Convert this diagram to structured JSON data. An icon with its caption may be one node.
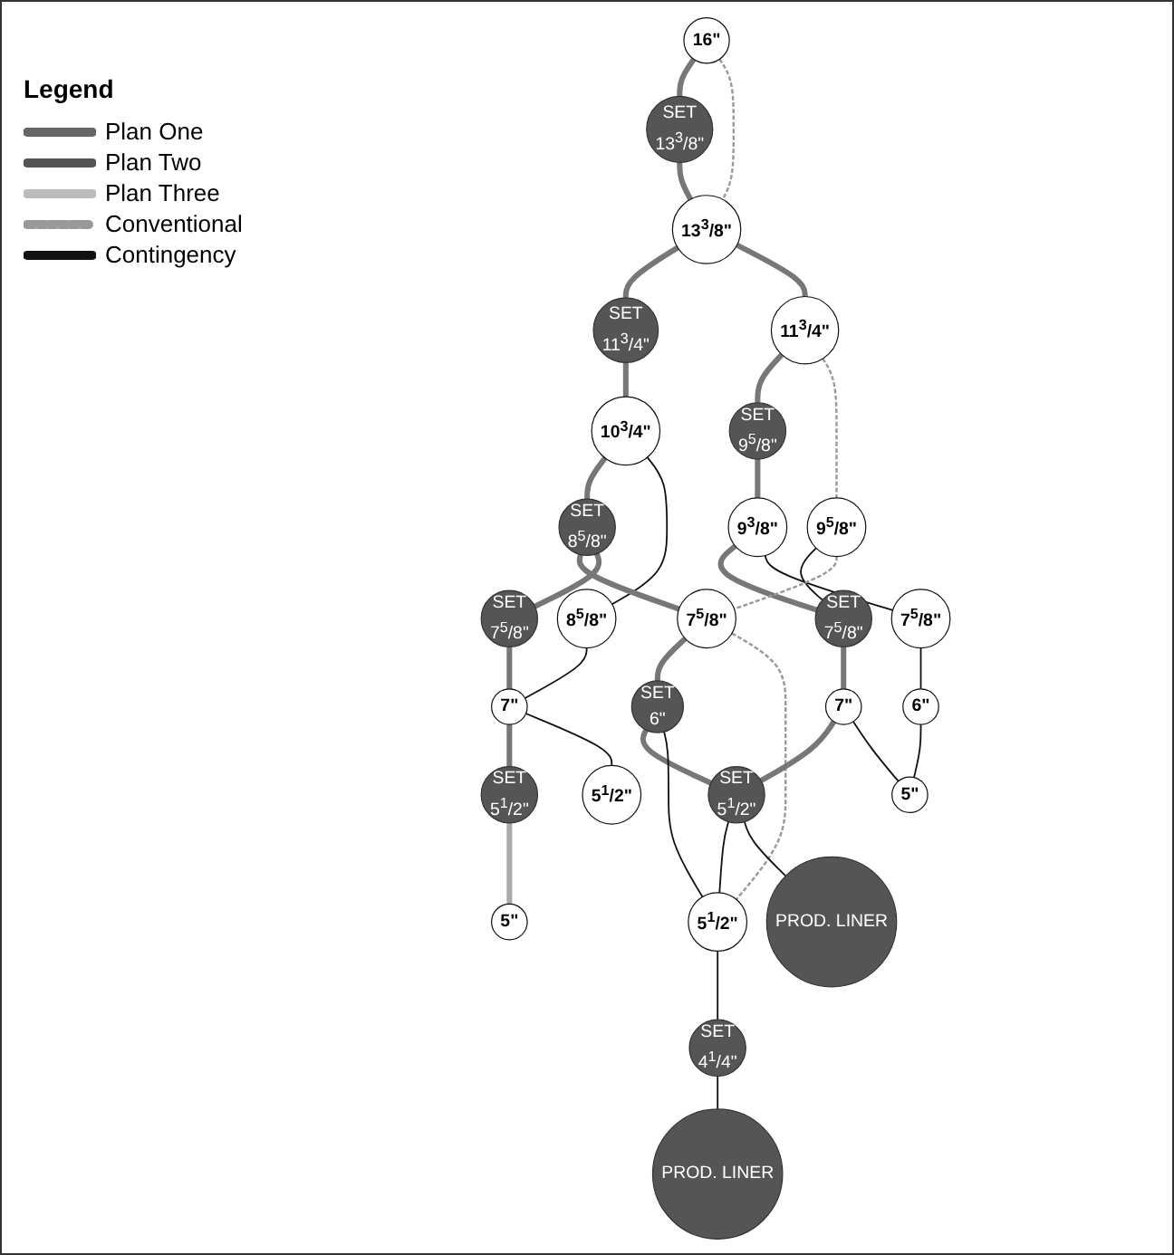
{
  "diagram": {
    "nodes": [
      {
        "text": [
          "16\""
        ]
      },
      {
        "text": [
          "SET",
          "13$^{3}$/8\""
        ]
      },
      {
        "text": [
          "13$^{3}$/8\""
        ]
      },
      {
        "text": [
          "SET",
          "11$^{3}$/4\""
        ]
      },
      {
        "text": [
          "11$^{3}$/4\""
        ]
      },
      {
        "text": [
          "10$^{3}$/4\""
        ]
      },
      {
        "text": [
          "SET",
          "9$^{5}$/8\""
        ]
      },
      {
        "text": [
          "SET",
          "8$^{5}$/8\""
        ]
      },
      {
        "text": [
          "9$^{3}$/8\""
        ]
      },
      {
        "text": [
          "9$^{5}$/8\""
        ]
      },
      {
        "text": [
          "8$^{5}$/8\""
        ]
      },
      {
        "text": [
          "SET",
          "7$^{5}$/8\""
        ]
      },
      {
        "text": [
          "SET",
          "7$^{5}$/8\""
        ]
      },
      {
        "text": [
          "7$^{5}$/8\""
        ]
      },
      {
        "text": [
          "7\""
        ]
      },
      {
        "text": [
          "7$^{5}$/8\""
        ]
      },
      {
        "text": [
          "7\""
        ]
      },
      {
        "text": [
          "SET",
          "6\""
        ]
      },
      {
        "text": [
          "SET",
          "5$^{1}$/2\""
        ]
      },
      {
        "text": [
          "5$^{1}$/2\""
        ]
      },
      {
        "text": [
          "5$^{1}$/2\""
        ]
      },
      {
        "text": [
          "6\""
        ]
      },
      {
        "text": [
          "SET",
          "5$^{1}$/2\""
        ]
      },
      {
        "text": [
          "SET",
          "4$^{1}$/4\""
        ]
      },
      {
        "text": [
          "5\""
        ]
      },
      {
        "text": [
          "5\""
        ]
      },
      {
        "text": [
          "PROD. LINER"
        ]
      },
      {
        "text": [
          "PROD. LINER"
        ]
      }
    ],
    "edges": [
      {
        "from": 0,
        "to": 1,
        "arrow": "none"
      },
      {
        "from": 0,
        "to": 2,
        "arrow": "none",
        "style": "dashed",
        "color": "#999999"
      },
      {
        "from": 1,
        "to": 2,
        "arrow": "none"
      },
      {
        "from": 2,
        "to": 3,
        "arrow": "none"
      },
      {
        "from": 2,
        "to": 4,
        "arrow": "none"
      },
      {
        "from": 3,
        "to": 5,
        "arrow": "none"
      },
      {
        "from": 4,
        "to": 6,
        "arrow": "none"
      },
      {
        "from": 4,
        "to": 9,
        "arrow": "none",
        "style": "dashed",
        "color": "#999999"
      },
      {
        "from": 5,
        "to": 7,
        "arrow": "none"
      },
      {
        "from": 5,
        "to": 10,
        "arrow": "none",
        "color": "#111111"
      },
      {
        "from": 6,
        "to": 8,
        "arrow": "none"
      },
      {
        "from": 8,
        "to": 11,
        "arrow": "none"
      },
      {
        "from": 8,
        "to": 13,
        "arrow": "none",
        "color": "#111111"
      },
      {
        "from": 9,
        "to": 11,
        "arrow": "none",
        "color": "#111111"
      },
      {
        "from": 9,
        "to": 15,
        "arrow": "none",
        "style": "dashed",
        "color": "#999999"
      },
      {
        "from": 7,
        "to": 15,
        "arrow": "none"
      },
      {
        "from": 7,
        "to": 12,
        "arrow": "none"
      },
      {
        "from": 10,
        "to": 16,
        "arrow": "none",
        "color": "#111111"
      },
      {
        "from": 12,
        "to": 16,
        "arrow": "none"
      },
      {
        "from": 11,
        "to": 14,
        "arrow": "none"
      },
      {
        "from": 15,
        "to": 17,
        "arrow": "none"
      },
      {
        "from": 15,
        "to": 19,
        "arrow": "none",
        "style": "dashed",
        "color": "#999999"
      },
      {
        "from": 16,
        "to": 18,
        "arrow": "none"
      },
      {
        "from": 16,
        "to": 20,
        "arrow": "none",
        "color": "#111111"
      },
      {
        "from": 13,
        "to": 21,
        "arrow": "none",
        "color": "#111111"
      },
      {
        "from": 14,
        "to": 22,
        "arrow": "none"
      },
      {
        "from": 14,
        "to": 24,
        "arrow": "none",
        "color": "#111111"
      },
      {
        "from": 17,
        "to": 22,
        "arrow": "none"
      },
      {
        "from": 17,
        "to": 19,
        "arrow": "none",
        "color": "#111111"
      },
      {
        "from": 22,
        "to": 19,
        "arrow": "none",
        "color": "#111111"
      },
      {
        "from": 19,
        "to": 23,
        "arrow": "none",
        "color": "#111111"
      },
      {
        "from": 18,
        "to": 25,
        "arrow": "none",
        "color": "#aaaaaa"
      },
      {
        "from": 21,
        "to": 24,
        "arrow": "none",
        "color": "#111111"
      },
      {
        "from": 22,
        "to": 26,
        "arrow": "none",
        "color": "#111111"
      },
      {
        "from": 23,
        "to": 27,
        "arrow": "none",
        "color": "#111111"
      }
    ],
    "labels": [
      "Legend"
    ],
    "legend": [
      {
        "text": "Plan One"
      },
      {
        "text": "Plan Two"
      },
      {
        "text": "Plan Three"
      },
      {
        "text": "Conventional"
      },
      {
        "text": "Contingency"
      }
    ]
  }
}
